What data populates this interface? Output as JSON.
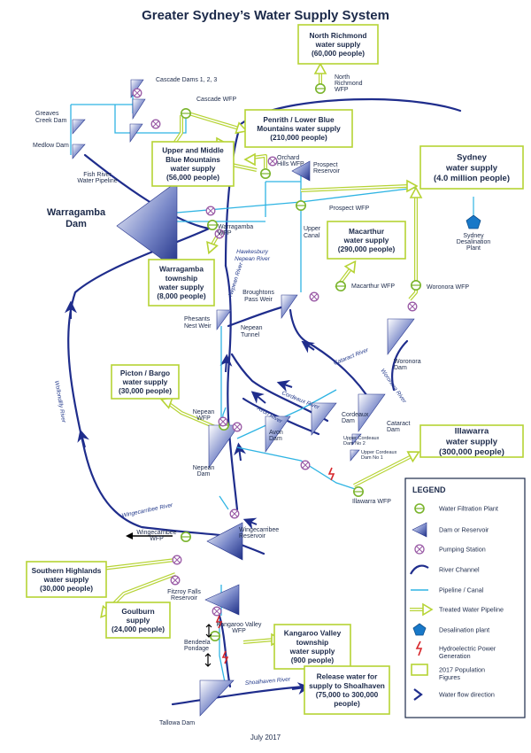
{
  "title": "Greater Sydney’s Water Supply System",
  "footer": "July 2017",
  "supply_boxes": {
    "north_richmond": [
      "North Richmond",
      "water supply",
      "(60,000 people)"
    ],
    "penrith": [
      "Penrith / Lower Blue",
      "Mountains water supply",
      "(210,000 people)"
    ],
    "upper_mid_blue": [
      "Upper and Middle",
      "Blue Mountains",
      "water supply",
      "(56,000 people)"
    ],
    "sydney": [
      "Sydney",
      "water supply",
      "(4.0 million people)"
    ],
    "macarthur": [
      "Macarthur",
      "water supply",
      "(290,000 people)"
    ],
    "warragamba_township": [
      "Warragamba",
      "township",
      "water supply",
      "(8,000 people)"
    ],
    "picton": [
      "Picton / Bargo",
      "water supply",
      "(30,000 people)"
    ],
    "illawarra": [
      "Illawarra",
      "water supply",
      "(300,000 people)"
    ],
    "southern_highlands": [
      "Southern Highlands",
      "water supply",
      "(30,000 people)"
    ],
    "goulburn": [
      "Goulburn",
      "supply",
      "(24,000 people)"
    ],
    "kangaroo_valley": [
      "Kangaroo Valley",
      "township",
      "water supply",
      "(900 people)"
    ],
    "shoalhaven": [
      "Release water for",
      "supply to Shoalhaven",
      "(75,000 to 300,000",
      "people)"
    ]
  },
  "labels": {
    "cascade_dams": "Cascade Dams 1, 2, 3",
    "cascade_wfp": "Cascade WFP",
    "greaves": [
      "Greaves",
      "Creek Dam"
    ],
    "medlow": "Medlow Dam",
    "fish_river": [
      "Fish River",
      "Water Pipeline"
    ],
    "north_richmond_wfp": [
      "North",
      "Richmond",
      "WFP"
    ],
    "orchard_hills": [
      "Orchard",
      "Hills WFP"
    ],
    "prospect_reservoir": [
      "Prospect",
      "Reservoir"
    ],
    "prospect_wfp": "Prospect WFP",
    "warragamba_dam": [
      "Warragamba",
      "Dam"
    ],
    "warragamba_wfp": [
      "Warragamba",
      "WFP"
    ],
    "upper_canal": [
      "Upper",
      "Canal"
    ],
    "sydney_desal": [
      "Sydney",
      "Desalination",
      "Plant"
    ],
    "macarthur_wfp": "Macarthur WFP",
    "woronora_wfp": "Woronora WFP",
    "broughtons": [
      "Broughtons",
      "Pass Weir"
    ],
    "pheasants": [
      "Phesants",
      "Nest Weir"
    ],
    "nepean_tunnel": [
      "Nepean",
      "Tunnel"
    ],
    "woronora_dam": [
      "Woronora",
      "Dam"
    ],
    "cataract_dam": [
      "Cataract",
      "Dam"
    ],
    "cordeaux_dam": [
      "Cordeaux",
      "Dam"
    ],
    "upper_cordeaux_2": [
      "Upper Cordeaux",
      "Dam No 2"
    ],
    "upper_cordeaux_1": [
      "Upper Cordeaux",
      "Dam No 1"
    ],
    "avon_dam": [
      "Avon",
      "Dam"
    ],
    "nepean_wfp": [
      "Nepean",
      "WFP"
    ],
    "nepean_dam": [
      "Nepean",
      "Dam"
    ],
    "illawarra_wfp": "Illawarra WFP",
    "wingecarribee_wfp": [
      "Wingecarribee",
      "WFP"
    ],
    "wingecarribee_res": [
      "Wingecarribee",
      "Reservoir"
    ],
    "fitzroy": [
      "Fitzroy Falls",
      "Reservoir"
    ],
    "kangaroo_valley_wfp": [
      "Kangaroo Valley",
      "WFP"
    ],
    "bendeela": [
      "Bendeela",
      "Pondage"
    ],
    "tallowa": "Tallowa Dam"
  },
  "rivers": {
    "hawkesbury": [
      "Hawkesbury",
      "Nepean River"
    ],
    "nepean": "Nepean River",
    "wollondilly": "Wollondilly River",
    "cataract": "Cataract River",
    "cordeaux": "Cordeaux River",
    "avon": "Avon River",
    "woronora": "Woronora River",
    "wingecarribee": "Wingecarribee River",
    "shoalhaven": "Shoalhaven River"
  },
  "legend": {
    "heading": "LEGEND",
    "items": [
      {
        "icon": "wfp",
        "label": [
          "Water Filtration Plant"
        ]
      },
      {
        "icon": "dam",
        "label": [
          "Dam or Reservoir"
        ]
      },
      {
        "icon": "pump",
        "label": [
          "Pumping Station"
        ]
      },
      {
        "icon": "river",
        "label": [
          "River Channel"
        ]
      },
      {
        "icon": "pipe",
        "label": [
          "Pipeline / Canal"
        ]
      },
      {
        "icon": "treated",
        "label": [
          "Treated Water Pipeline"
        ]
      },
      {
        "icon": "desal",
        "label": [
          "Desalination plant"
        ]
      },
      {
        "icon": "hydro",
        "label": [
          "Hydroelectric Power",
          "Generation"
        ]
      },
      {
        "icon": "pop",
        "label": [
          "2017 Population",
          "Figures"
        ]
      },
      {
        "icon": "flow",
        "label": [
          "Water flow direction"
        ]
      }
    ]
  },
  "colors": {
    "river": "#1f2d8c",
    "pipe": "#2fb4e3",
    "treated": "#b6d334",
    "dam": "#3a4fa3",
    "text": "#1c2a4a",
    "pump": "#9a5ba6",
    "hydro": "#d7262b",
    "desal": "#1878c8"
  }
}
